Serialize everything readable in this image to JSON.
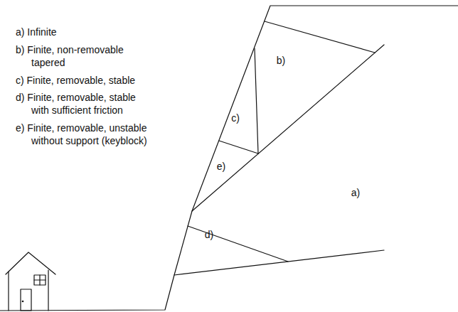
{
  "diagram": {
    "labels": [
      "a) Infinite",
      "b) Finite, non-removable tapered",
      "c) Finite, removable, stable",
      "d) Finite, removable, stable with sufficient friction",
      "e) Finite, removable, unstable without support (keyblock)",
      "b)",
      "c)",
      "e)",
      "a)",
      "d)"
    ]
  }
}
